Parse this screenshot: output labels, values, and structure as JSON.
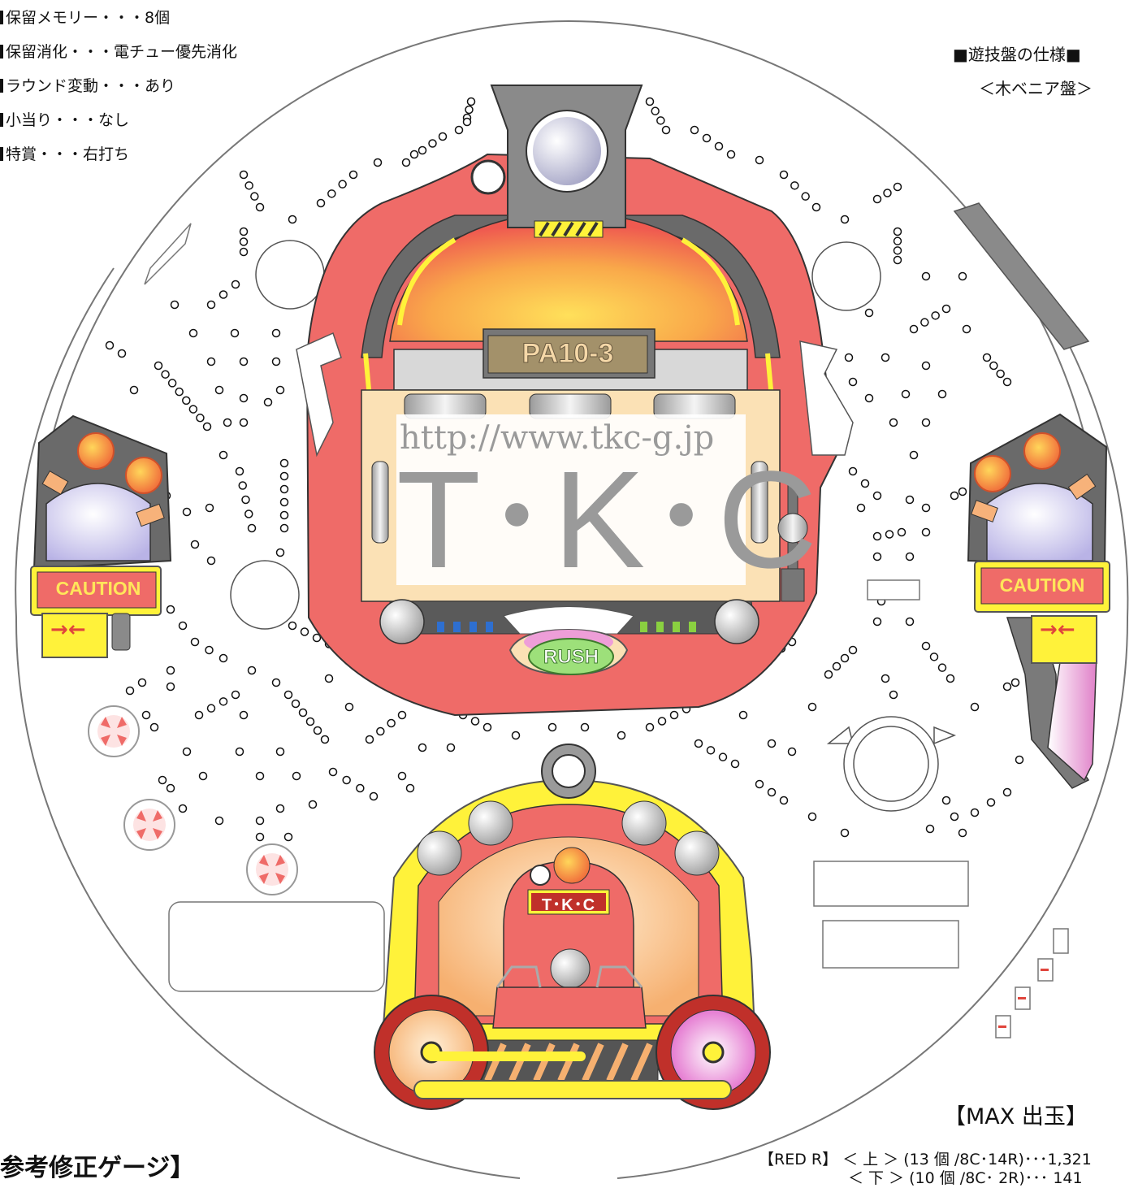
{
  "specs": {
    "lines": [
      "保留メモリー・・・8個",
      "保留消化・・・電チュー優先消化",
      "ラウンド変動・・・あり",
      "小当り・・・なし",
      "特賞・・・右打ち"
    ]
  },
  "header": {
    "spec_title": "■遊技盤の仕様■",
    "board_type": "＜木ベニア盤＞"
  },
  "board": {
    "model_label": "PA10-3",
    "caution_left": "CAUTION",
    "caution_right": "CAUTION",
    "rush_label": "RUSH",
    "train_badge": "T･K･C",
    "watermark_url": "http://www.tkc-g.jp",
    "watermark_brand": "T･K･C"
  },
  "footer": {
    "gauge_title": "参考修正ゲージ】",
    "max_title": "【MAX 出玉】",
    "red_r_upper": "【RED R】 ＜ 上 ＞ (13 個 /8C･14R)･･･1,321",
    "red_r_lower": "＜ 下 ＞ (10 個 /8C･ 2R)･･･ 141"
  },
  "colors": {
    "red": "#ef6b68",
    "gray": "#8a8a8a",
    "yellow": "#fff23a",
    "cream": "#fbe1b5"
  }
}
